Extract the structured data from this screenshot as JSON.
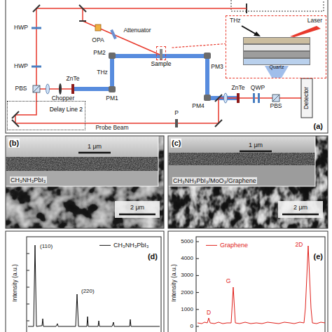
{
  "diagram": {
    "nodes": [
      {
        "text": [
          "Sample"
        ]
      },
      {
        "text": [
          "Delay Line 2"
        ]
      },
      {
        "text": [
          "THz",
          "Laser"
        ]
      },
      {
        "text": [
          "CH₃NH₃PbI₃"
        ],
        "in": 2
      },
      {
        "text": [
          "MoO₃"
        ],
        "in": 2
      },
      {
        "text": [
          "Graphene"
        ],
        "in": 2
      },
      {
        "text": [
          "Quartz"
        ],
        "in": 2
      }
    ],
    "edges": [
      {
        "from": 0,
        "to": 2,
        "arrow": "none"
      }
    ],
    "labels": [
      "HWP",
      "Attenuator",
      "OPA",
      "PM2",
      "PM3",
      "HWP",
      "PBS",
      "ZnTe",
      "THz",
      "Chopper",
      "PM1",
      "PM4",
      "ZnTe",
      "QWP",
      "PBS",
      "Detector",
      "Probe Beam",
      "P",
      "(a)",
      "CH₃NH₃PbI₃",
      "1 μm",
      "2 μm",
      "(b)",
      "CH₃NH₃PbI₃/MoO₃/Graphene",
      "1 μm",
      "2 μm",
      "(c)",
      "Intensity (a.u.)",
      "(110)",
      "(220)",
      "(d)",
      "Intensity (a.u.)",
      "5000",
      "4000",
      "3000",
      "2000",
      "1000",
      "0",
      "D",
      "G",
      "2D",
      "(e)"
    ],
    "legend": [
      {
        "text": "CH₃NH₃PbI₃"
      },
      {
        "text": "Graphene"
      }
    ]
  }
}
